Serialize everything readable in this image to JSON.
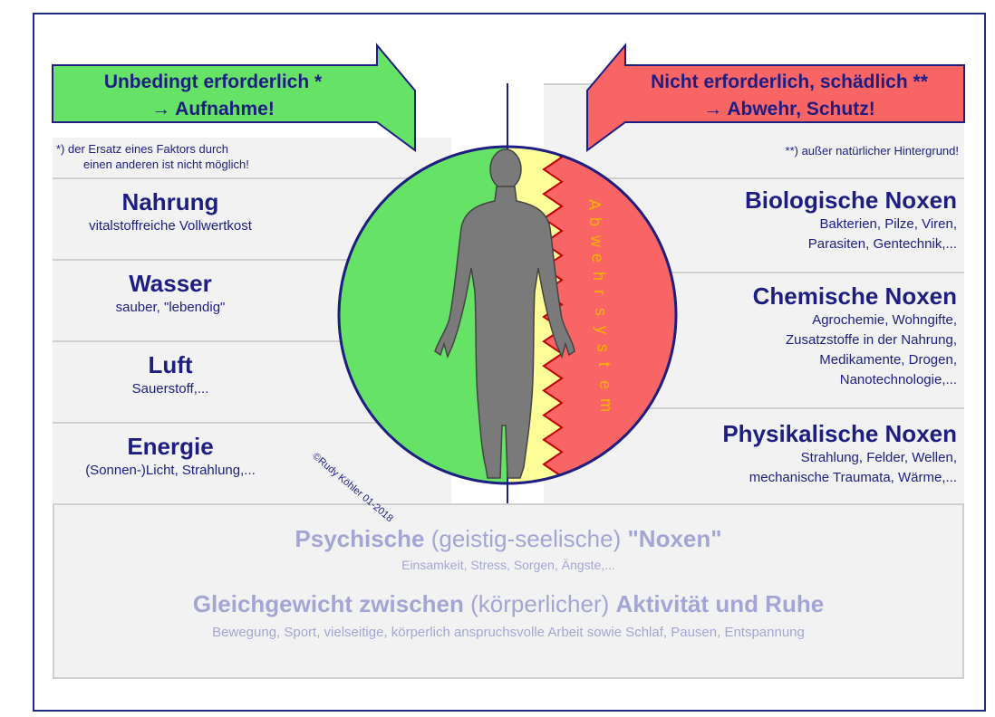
{
  "colors": {
    "green": "#66e266",
    "red": "#f96464",
    "yellow": "#ffff99",
    "navy": "#1d1d82",
    "lavender": "#a3a6d4",
    "band_gray": "#f2f2f2",
    "figure_gray": "#7a7a7a"
  },
  "left_sign": {
    "line1": "Unbedingt erforderlich *",
    "line2": "→  Aufnahme!",
    "note_line1": "*) der Ersatz eines Faktors durch",
    "note_line2": "einen anderen ist nicht möglich!"
  },
  "right_sign": {
    "line1": "Nicht erforderlich, schädlich **",
    "line2": "→  Abwehr, Schutz!",
    "note": "**) außer natürlicher Hintergrund!"
  },
  "left_items": [
    {
      "title": "Nahrung",
      "sub1": "vitalstoffreiche Vollwertkost",
      "sub2": ""
    },
    {
      "title": "Wasser",
      "sub1": "sauber, \"lebendig\"",
      "sub2": ""
    },
    {
      "title": "Luft",
      "sub1": "Sauerstoff,...",
      "sub2": ""
    },
    {
      "title": "Energie",
      "sub1": "(Sonnen-)Licht, Strahlung,...",
      "sub2": ""
    }
  ],
  "right_items": [
    {
      "title": "Biologische Noxen",
      "lines": [
        "Bakterien, Pilze, Viren,",
        "Parasiten, Gentechnik,..."
      ]
    },
    {
      "title": "Chemische Noxen",
      "lines": [
        "Agrochemie, Wohngifte,",
        "Zusatzstoffe in der Nahrung,",
        "Medikamente, Drogen,",
        "Nanotechnologie,..."
      ]
    },
    {
      "title": "Physikalische Noxen",
      "lines": [
        "Strahlung, Felder, Wellen,",
        "mechanische Traumata, Wärme,..."
      ]
    }
  ],
  "defense_label": [
    "A",
    "b",
    "w",
    "e",
    "h",
    "r",
    "s",
    "y",
    "s",
    "t",
    "e",
    "m"
  ],
  "copyright": "©Rudy Köhler 01-2018",
  "bottom": {
    "psych_bold": "Psychische",
    "psych_normal": "(geistig-seelische)",
    "psych_quote": "\"Noxen\"",
    "psych_sub": "Einsamkeit, Stress, Sorgen, Ängste,...",
    "balance_bold1": "Gleichgewicht zwischen",
    "balance_normal": "(körperlicher)",
    "balance_bold2": "Aktivität und Ruhe",
    "balance_sub": "Bewegung, Sport, vielseitige, körperlich anspruchsvolle Arbeit sowie Schlaf, Pausen, Entspannung"
  }
}
